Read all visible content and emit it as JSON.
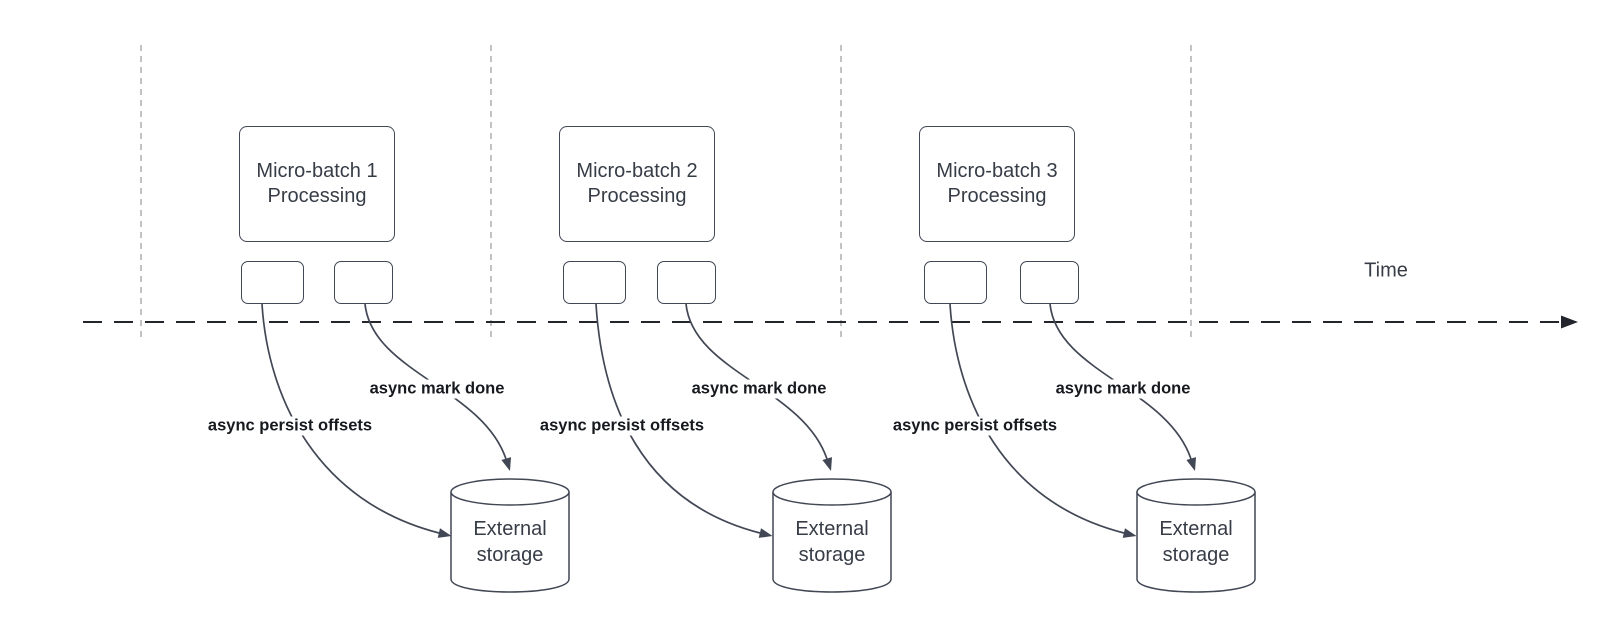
{
  "diagram": {
    "time_axis_label": "Time",
    "groups": [
      {
        "box_label": "Micro-batch 1\nProcessing",
        "persist_label": "async persist offsets",
        "markdone_label": "async mark done",
        "storage_label": "External\nstorage"
      },
      {
        "box_label": "Micro-batch 2\nProcessing",
        "persist_label": "async persist offsets",
        "markdone_label": "async mark done",
        "storage_label": "External\nstorage"
      },
      {
        "box_label": "Micro-batch 3\nProcessing",
        "persist_label": "async persist offsets",
        "markdone_label": "async mark done",
        "storage_label": "External\nstorage"
      }
    ],
    "colors": {
      "stroke": "#414754",
      "guide": "#a8a8a8",
      "timeline": "#22262c",
      "text": "#373d47",
      "bold-text": "#16191e",
      "fill": "#ffffff"
    }
  }
}
